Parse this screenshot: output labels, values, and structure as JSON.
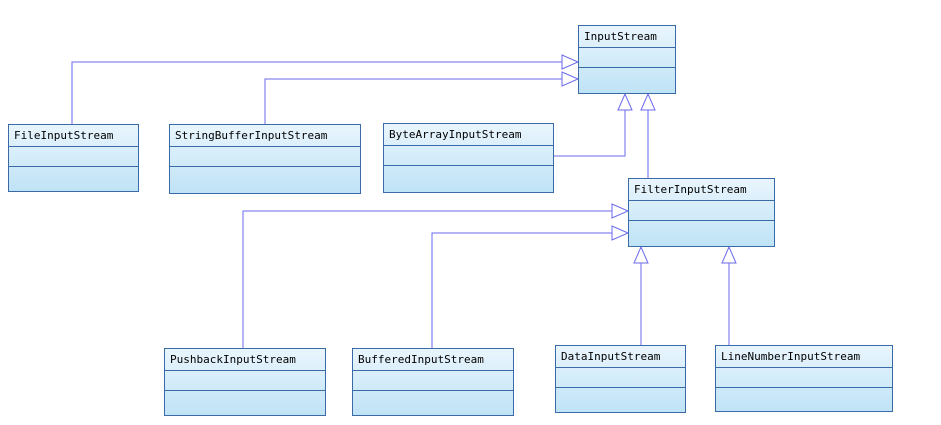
{
  "classes": {
    "input_stream": "InputStream",
    "file_input_stream": "FileInputStream",
    "string_buffer_input_stream": "StringBufferInputStream",
    "byte_array_input_stream": "ByteArrayInputStream",
    "filter_input_stream": "FilterInputStream",
    "pushback_input_stream": "PushbackInputStream",
    "buffered_input_stream": "BufferedInputStream",
    "data_input_stream": "DataInputStream",
    "line_number_input_stream": "LineNumberInputStream"
  },
  "relationships": [
    {
      "child": "FileInputStream",
      "parent": "InputStream",
      "type": "generalization"
    },
    {
      "child": "StringBufferInputStream",
      "parent": "InputStream",
      "type": "generalization"
    },
    {
      "child": "ByteArrayInputStream",
      "parent": "InputStream",
      "type": "generalization"
    },
    {
      "child": "FilterInputStream",
      "parent": "InputStream",
      "type": "generalization"
    },
    {
      "child": "PushbackInputStream",
      "parent": "FilterInputStream",
      "type": "generalization"
    },
    {
      "child": "BufferedInputStream",
      "parent": "FilterInputStream",
      "type": "generalization"
    },
    {
      "child": "DataInputStream",
      "parent": "FilterInputStream",
      "type": "generalization"
    },
    {
      "child": "LineNumberInputStream",
      "parent": "FilterInputStream",
      "type": "generalization"
    }
  ],
  "colors": {
    "border": "#3a6aa8",
    "fill_top": "#e9f5fd",
    "fill_bottom": "#bfe3f6",
    "connector": "#6a6aec"
  }
}
